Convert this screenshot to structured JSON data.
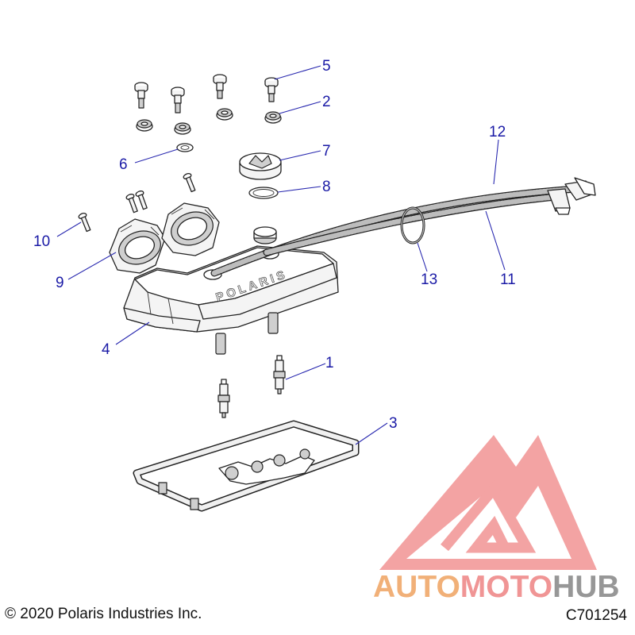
{
  "callouts": {
    "c1": "1",
    "c2": "2",
    "c3": "3",
    "c4": "4",
    "c5": "5",
    "c6": "6",
    "c7": "7",
    "c8": "8",
    "c9": "9",
    "c10": "10",
    "c11": "11",
    "c12": "12",
    "c13": "13"
  },
  "cover_brand_text": "POLARIS",
  "watermark": {
    "part1": "AUTO",
    "part2": "MOTO",
    "part3": "HUB",
    "color_primary": "#f0a86a",
    "color_secondary": "#ef8a8a",
    "color_hub": "#8c8c8c",
    "logo_color": "#f29a9a"
  },
  "footer": {
    "copyright": "© 2020 Polaris Industries Inc.",
    "catalog_code": "C701254"
  },
  "colors": {
    "callout_text": "#1a1aa6",
    "leader_line": "#2a2ab0",
    "outline": "#222222"
  }
}
